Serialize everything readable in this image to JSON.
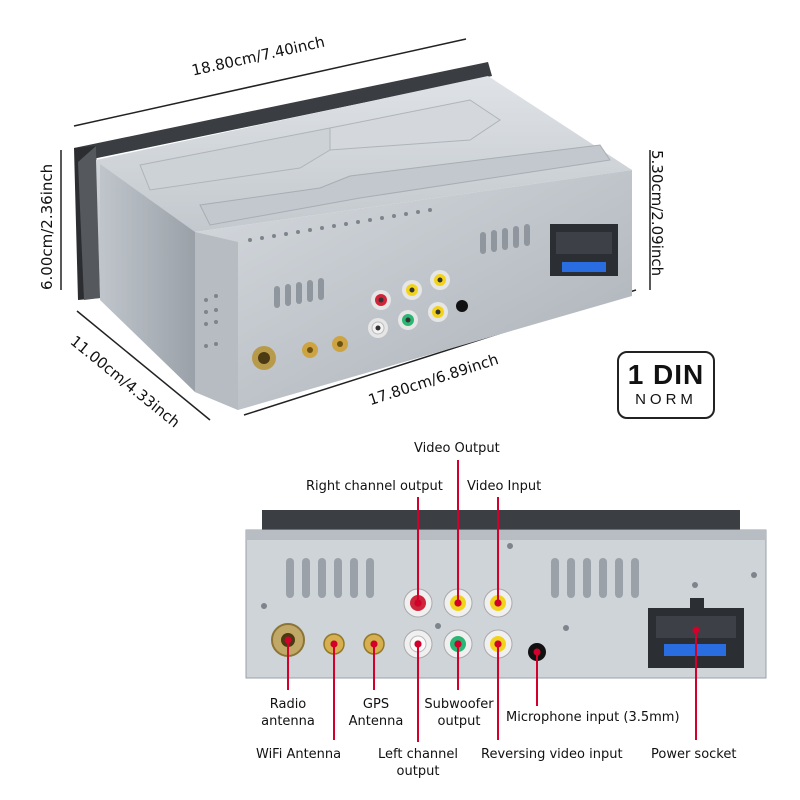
{
  "dimensions": {
    "width": "18.80cm/7.40inch",
    "height": "6.00cm/2.36inch",
    "depth": "11.00cm/4.33inch",
    "front_width": "17.80cm/6.89inch",
    "front_height": "5.30cm/2.09inch"
  },
  "badge": {
    "line1": "1 DIN",
    "line2": "NORM"
  },
  "ports": {
    "video_output": "Video Output",
    "right_channel_output": "Right channel output",
    "video_input": "Video Input",
    "radio_antenna": "Radio antenna",
    "gps_antenna": "GPS Antenna",
    "subwoofer_output": "Subwoofer output",
    "microphone_input": "Microphone input (3.5mm)",
    "wifi_antenna": "WiFi Antenna",
    "left_channel_output": "Left channel output",
    "reversing_video_input": "Reversing video input",
    "power_socket": "Power socket"
  },
  "colors": {
    "leader_line": "#d4002b",
    "metal": "#c9ced3",
    "rca_red": "#d0243a",
    "rca_yellow": "#f2d31b",
    "rca_white": "#f2f2f2",
    "rca_green": "#2bb673",
    "connector_blue": "#2a6de0"
  }
}
